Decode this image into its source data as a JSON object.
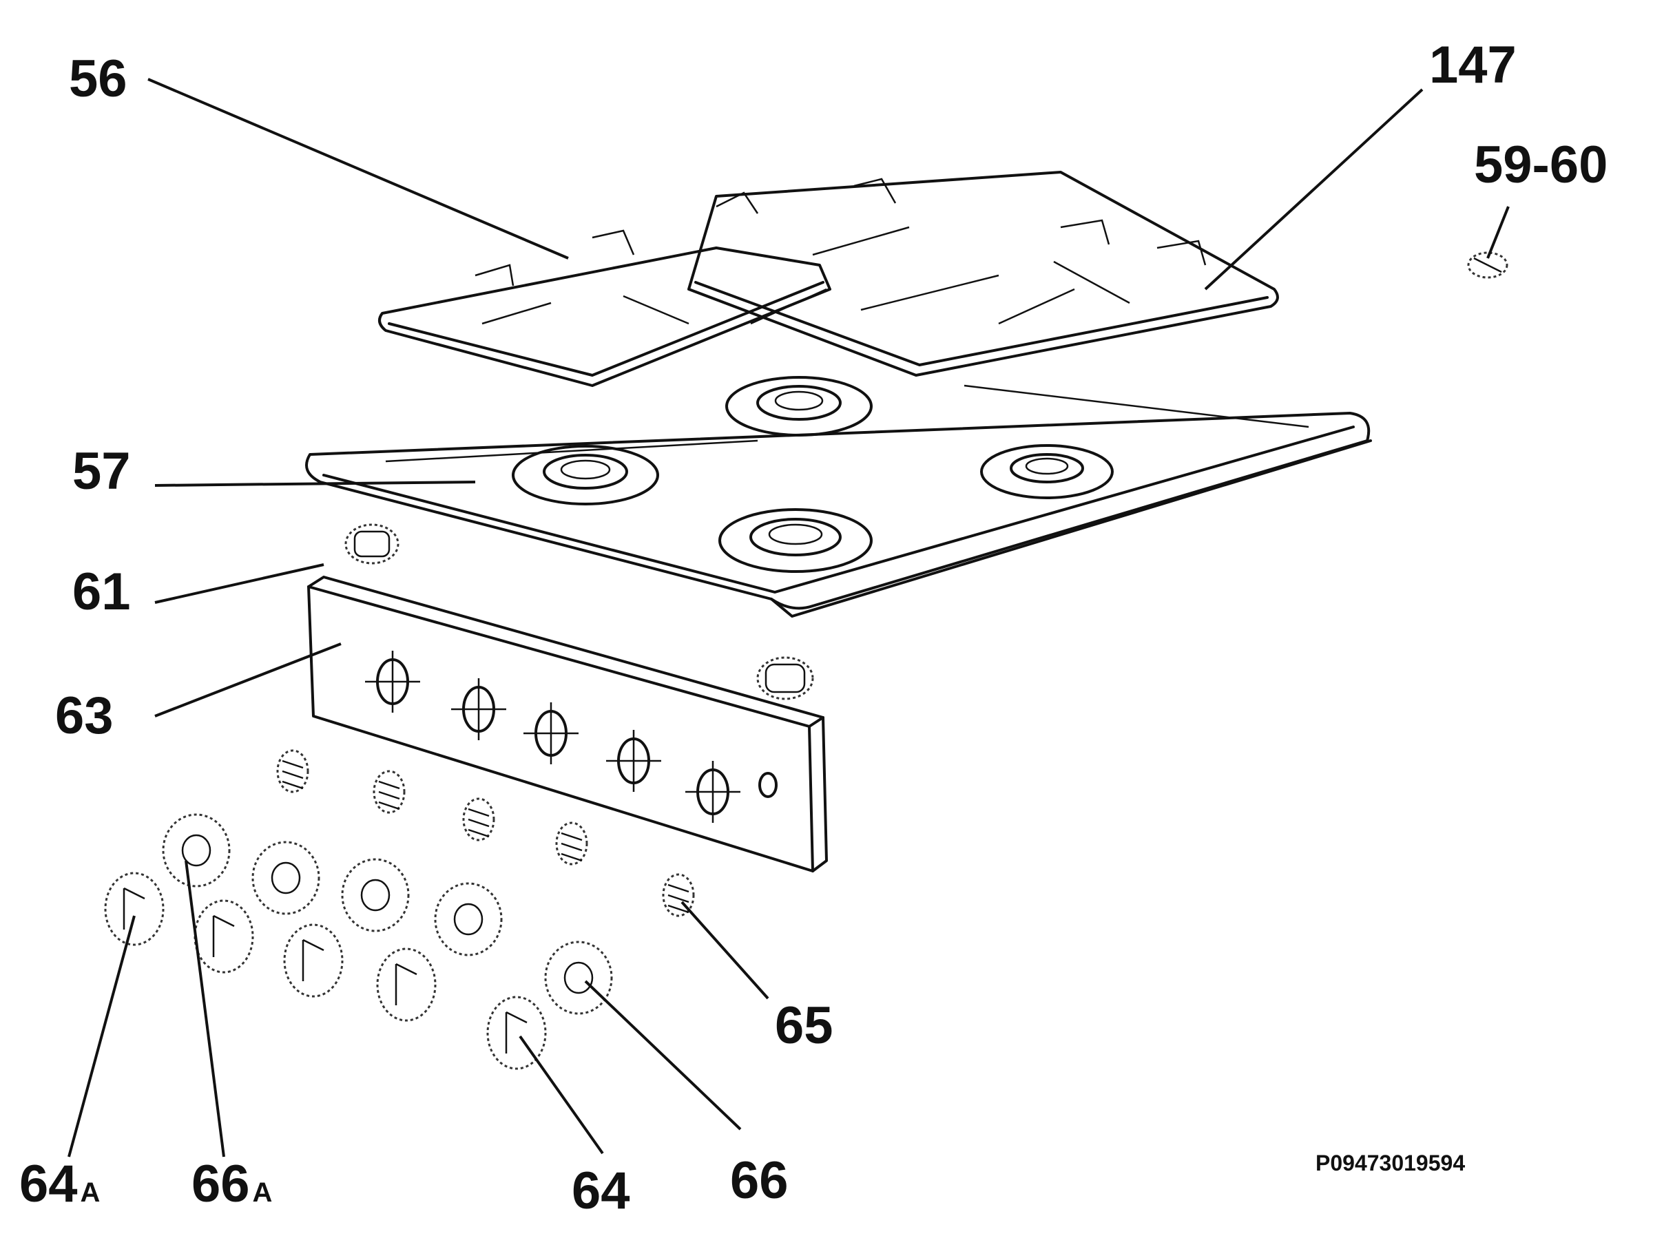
{
  "callouts": {
    "c56": {
      "label": "56"
    },
    "c147": {
      "label": "147"
    },
    "c59_60": {
      "label": "59-60"
    },
    "c57": {
      "label": "57"
    },
    "c61": {
      "label": "61"
    },
    "c63": {
      "label": "63"
    },
    "c65": {
      "label": "65"
    },
    "c64a": {
      "label": "64",
      "suffix": "A"
    },
    "c66a": {
      "label": "66",
      "suffix": "A"
    },
    "c64": {
      "label": "64"
    },
    "c66": {
      "label": "66"
    }
  },
  "drawing_code": "P09473019594",
  "icons": {
    "pan_support": "pan-support-grid-icon",
    "hob_top": "hob-top-plate-icon",
    "control_panel": "control-panel-icon",
    "knob": "control-knob-icon",
    "bezel": "knob-bezel-icon",
    "spring": "spring-icon",
    "hinge": "hinge-icon",
    "screw": "screw-icon"
  }
}
